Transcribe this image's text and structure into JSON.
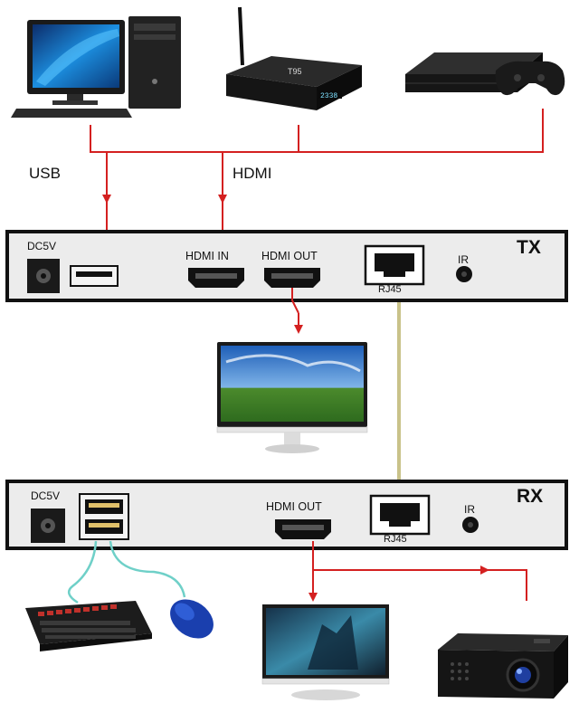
{
  "labels": {
    "usb": "USB",
    "hdmi": "HDMI",
    "tx": "TX",
    "rx": "RX",
    "dc5v_tx": "DC5V",
    "dc5v_rx": "DC5V",
    "hdmi_in": "HDMI IN",
    "hdmi_out_tx": "HDMI OUT",
    "hdmi_out_rx": "HDMI OUT",
    "rj45_tx": "RJ45",
    "rj45_rx": "RJ45",
    "ir_tx": "IR",
    "ir_rx": "IR",
    "set_top_box_brand": "T95",
    "set_top_box_display": "2338"
  },
  "colors": {
    "arrow": "#d42020",
    "panel_fill": "#ececec",
    "panel_border": "#111111",
    "network_cable": "#c9c28a",
    "usb_cable": "#6fd0c8"
  }
}
